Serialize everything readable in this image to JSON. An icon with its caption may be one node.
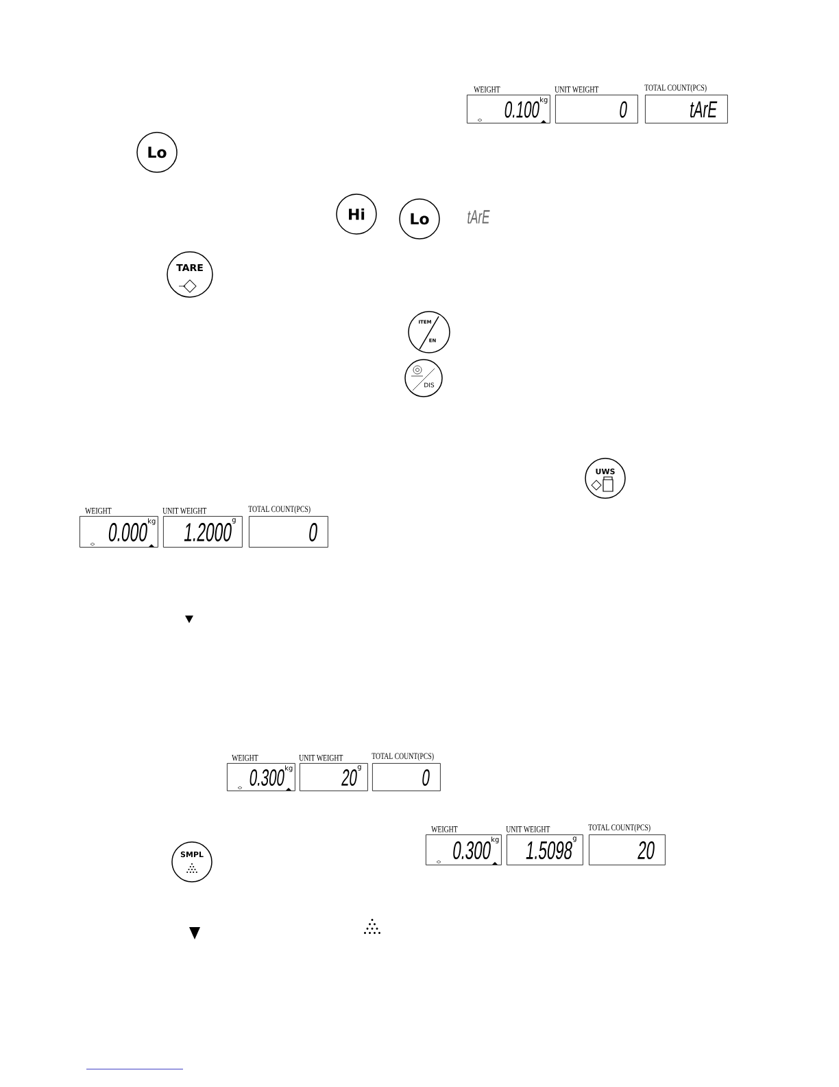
{
  "diagram": {
    "nodes": [
      {
        "text": [
          "WEIGHT",
          "0.100",
          "kg"
        ]
      },
      {
        "text": [
          "UNIT WEIGHT",
          "0"
        ]
      },
      {
        "text": [
          "TOTAL COUNT(PCS)",
          "tArE"
        ]
      },
      {
        "text": [
          "Lo"
        ]
      },
      {
        "text": [
          "Hi"
        ]
      },
      {
        "text": [
          "Lo"
        ]
      },
      {
        "text": [
          "TARE"
        ]
      },
      {
        "text": [
          "ITEM",
          "EN"
        ]
      },
      {
        "text": [
          "DIS"
        ]
      },
      {
        "text": [
          "UWS"
        ]
      },
      {
        "text": [
          "WEIGHT",
          "0.000",
          "kg"
        ]
      },
      {
        "text": [
          "UNIT WEIGHT",
          "1.2000",
          "g"
        ]
      },
      {
        "text": [
          "TOTAL COUNT(PCS)",
          "0"
        ]
      },
      {
        "text": [
          "WEIGHT",
          "0.300",
          "kg"
        ]
      },
      {
        "text": [
          "UNIT WEIGHT",
          "20",
          "g"
        ]
      },
      {
        "text": [
          "TOTAL COUNT(PCS)",
          "0"
        ]
      },
      {
        "text": [
          "SMPL"
        ]
      },
      {
        "text": [
          "WEIGHT",
          "0.300",
          "kg"
        ]
      },
      {
        "text": [
          "UNIT WEIGHT",
          "1.5098",
          "g"
        ]
      },
      {
        "text": [
          "TOTAL COUNT(PCS)",
          "20"
        ]
      }
    ],
    "labels": [
      "tArE"
    ]
  }
}
